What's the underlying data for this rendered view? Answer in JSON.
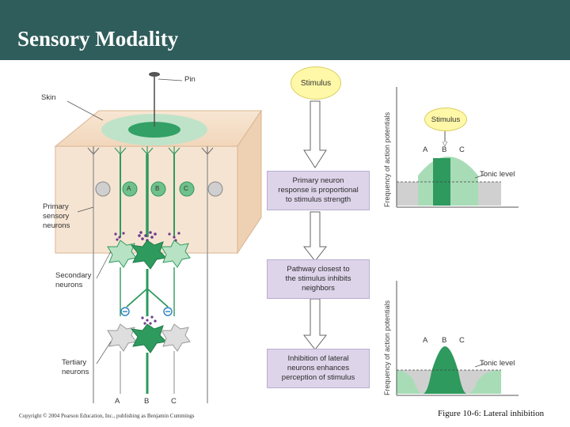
{
  "title": "Sensory Modality",
  "labels": {
    "pin": "Pin",
    "skin": "Skin",
    "primary": [
      "Primary",
      "sensory",
      "neurons"
    ],
    "secondary": [
      "Secondary",
      "neurons"
    ],
    "tertiary": [
      "Tertiary",
      "neurons"
    ],
    "neuron_a": "A",
    "neuron_b": "B",
    "neuron_c": "C"
  },
  "flow": {
    "stimulus": "Stimulus",
    "step1": [
      "Primary neuron",
      "response is proportional",
      "to stimulus strength"
    ],
    "step2": [
      "Pathway closest to",
      "the stimulus inhibits",
      "neighbors"
    ],
    "step3": [
      "Inhibition of lateral",
      "neurons enhances",
      "perception of stimulus"
    ]
  },
  "graph_top": {
    "ylabel": "Frequency of action potentials",
    "stimulus": "Stimulus",
    "tonic": "Tonic level",
    "a": "A",
    "b": "B",
    "c": "C"
  },
  "graph_bottom": {
    "ylabel": "Frequency of action potentials",
    "tonic": "Tonic level",
    "a": "A",
    "b": "B",
    "c": "C"
  },
  "copyright": "Copyright © 2004 Pearson Education, Inc., publishing as Benjamin Cummings",
  "caption": "Figure 10-6: Lateral inhibition",
  "colors": {
    "header": "#2f5d5b",
    "neuron_green": "#2e9a5e",
    "light_green": "#a8dcb7",
    "box_fill": "#ddd4ea",
    "stimulus_fill": "#fff8a8",
    "gray_fill": "#d0d0d0",
    "purple_dot": "#6a3b8c"
  }
}
